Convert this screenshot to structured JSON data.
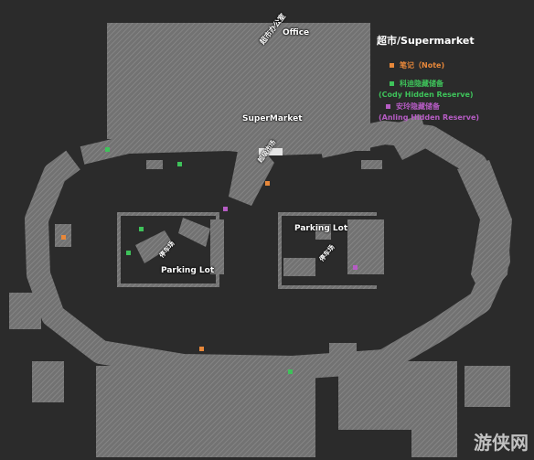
{
  "labels": {
    "office_cn": "超市办公室",
    "office_en": "Office",
    "supermarket_en": "SuperMarket",
    "supermarket_cn": "超级市场",
    "parking_lot_left_cn": "停车场",
    "parking_lot_left_en": "Parking Lot",
    "parking_lot_right_en": "Parking Lot",
    "parking_lot_right_cn": "停车场"
  },
  "legend": {
    "title": "超市/Supermarket",
    "items": [
      {
        "label": "笔记（Note)",
        "sub": "",
        "color": "#e8883a"
      },
      {
        "label": "科迪隐藏储备",
        "sub": "(Cody Hidden Reserve)",
        "color": "#3ec25a"
      },
      {
        "label": "安玲隐藏储备",
        "sub": "(Anling Hidden Reserve)",
        "color": "#b65cc4"
      }
    ]
  },
  "watermark": "游侠网",
  "colors": {
    "background": "#2b2b2b",
    "terrain": "#767676",
    "note": "#e8883a",
    "cody": "#3ec25a",
    "anling": "#b65cc4"
  },
  "markers": [
    {
      "type": "cody",
      "icon": "cody-reserve-icon"
    },
    {
      "type": "cody",
      "icon": "cody-reserve-icon"
    },
    {
      "type": "note",
      "icon": "note-icon"
    },
    {
      "type": "note",
      "icon": "note-icon"
    },
    {
      "type": "anling",
      "icon": "anling-reserve-icon"
    },
    {
      "type": "cody",
      "icon": "cody-reserve-icon"
    },
    {
      "type": "cody",
      "icon": "cody-reserve-icon"
    },
    {
      "type": "anling",
      "icon": "anling-reserve-icon"
    },
    {
      "type": "note",
      "icon": "note-icon"
    },
    {
      "type": "cody",
      "icon": "cody-reserve-icon"
    }
  ]
}
